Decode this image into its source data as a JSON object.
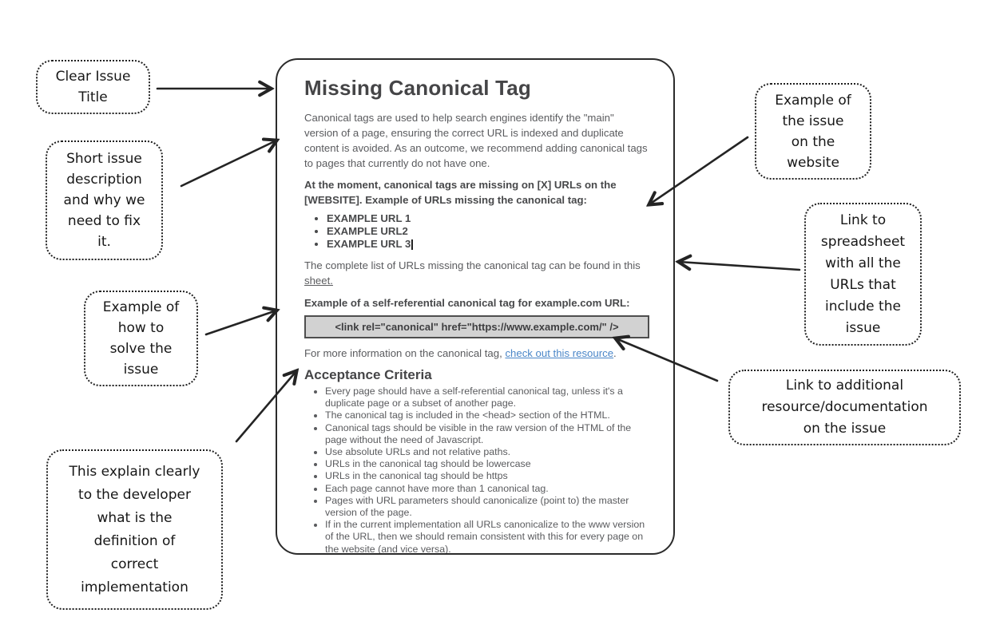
{
  "card": {
    "title": "Missing Canonical Tag",
    "description": "Canonical tags are used to help search engines identify the \"main\" version of a page, ensuring the correct URL is indexed and duplicate content is avoided. As an outcome, we recommend adding canonical tags to pages that currently do not have one.",
    "missing_summary": "At the moment, canonical tags are missing on [X] URLs on the [WEBSITE]. Example of URLs missing the canonical tag:",
    "example_urls": [
      "EXAMPLE URL 1",
      "EXAMPLE URL2",
      "EXAMPLE URL 3"
    ],
    "complete_list": {
      "text": "The complete list of URLs missing the canonical tag can be found in this ",
      "link_label": "sheet."
    },
    "code_intro": "Example of a self-referential canonical tag for example.com URL:",
    "code_snippet": "<link rel=\"canonical\" href=\"https://www.example.com/\" />",
    "more_info": {
      "text": "For more information on the canonical tag, ",
      "link_label": "check out this resource",
      "suffix": "."
    },
    "acceptance": {
      "heading": "Acceptance Criteria",
      "items": [
        "Every page should have a self-referential canonical tag, unless it's a duplicate page or a subset of another page.",
        "The canonical tag is included in the <head> section of the HTML.",
        "Canonical tags should be visible in the raw version of the HTML of the page without the need of Javascript.",
        "Use absolute URLs and not relative paths.",
        "URLs in the canonical tag should be lowercase",
        "URLs in the canonical tag should be https",
        "Each page cannot have more than 1 canonical tag.",
        "Pages with URL parameters should canonicalize (point to) the master version of the page.",
        "If in the current implementation all URLs canonicalize to the www version of the URL, then we should remain consistent with this for every page on the website (and vice versa)."
      ]
    }
  },
  "annotations": {
    "clear_issue_title": "Clear Issue\nTitle",
    "short_issue_description": "Short issue\ndescription\nand why we\nneed to fix\nit.",
    "example_how_to_solve": "Example of\nhow to\nsolve the\nissue",
    "this_explains": "This explain clearly\nto the developer\nwhat is the\ndefinition of\ncorrect\nimplementation",
    "example_of_issue": "Example of\nthe issue\non the\nwebsite",
    "link_to_spreadsheet": "Link to\nspreadsheet\nwith all the\nURLs that\ninclude the\nissue",
    "link_to_resource": "Link to additional\nresource/documentation\non the issue"
  },
  "colors": {
    "ink": "#242424",
    "body_text": "#5a5b5e",
    "link_blue": "#4a86c8",
    "code_background": "#d2d2d2"
  }
}
